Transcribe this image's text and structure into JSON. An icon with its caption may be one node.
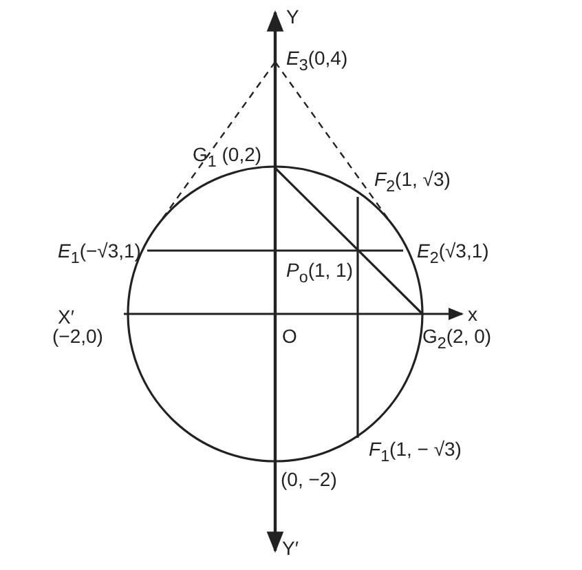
{
  "diagram": {
    "labels": [
      "Y",
      "*E*$_{3}$(0,4)",
      "G$_{1}$ (0,2)",
      "*F*$_{2}$(1, √3)",
      "*E*$_{1}$(−√3,1)",
      "*E*$_{2}$(√3,1)",
      "*P*$_{o}$(1, 1)",
      "X′",
      "(−2,0)",
      "O",
      "x",
      "G$_{2}$(2, 0)",
      "*F*$_{1}$(1, − √3)",
      "(0, −2)",
      "Y′"
    ]
  }
}
